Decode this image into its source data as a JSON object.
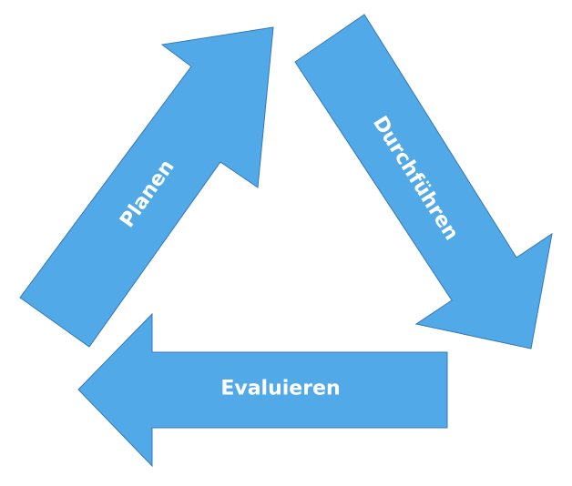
{
  "diagram": {
    "colors": {
      "arrow_fill": "#52A9E8",
      "arrow_stroke": "#3578B8",
      "label_text": "#ffffff"
    },
    "arrows": [
      {
        "id": "plan",
        "label": "Planen",
        "direction": "up-right"
      },
      {
        "id": "execute",
        "label": "Durchführen",
        "direction": "down-right"
      },
      {
        "id": "evaluate",
        "label": "Evaluieren",
        "direction": "left"
      }
    ]
  }
}
